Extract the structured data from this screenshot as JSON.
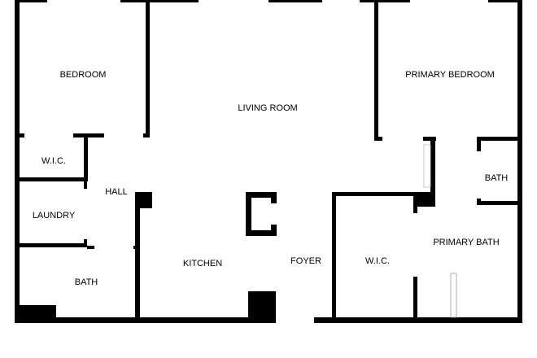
{
  "colors": {
    "wall": "#000000",
    "background": "#ffffff",
    "opening": "#ffffff",
    "door_line": "#bbbbbb"
  },
  "rooms": {
    "bedroom": "BEDROOM",
    "living_room": "LIVING ROOM",
    "primary_bedroom": "PRIMARY BEDROOM",
    "wic_left": "W.I.C.",
    "hall": "HALL",
    "bath_small": "BATH",
    "laundry": "LAUNDRY",
    "primary_bath": "PRIMARY BATH",
    "kitchen": "KITCHEN",
    "foyer": "FOYER",
    "wic_right": "W.I.C.",
    "bath": "BATH"
  }
}
